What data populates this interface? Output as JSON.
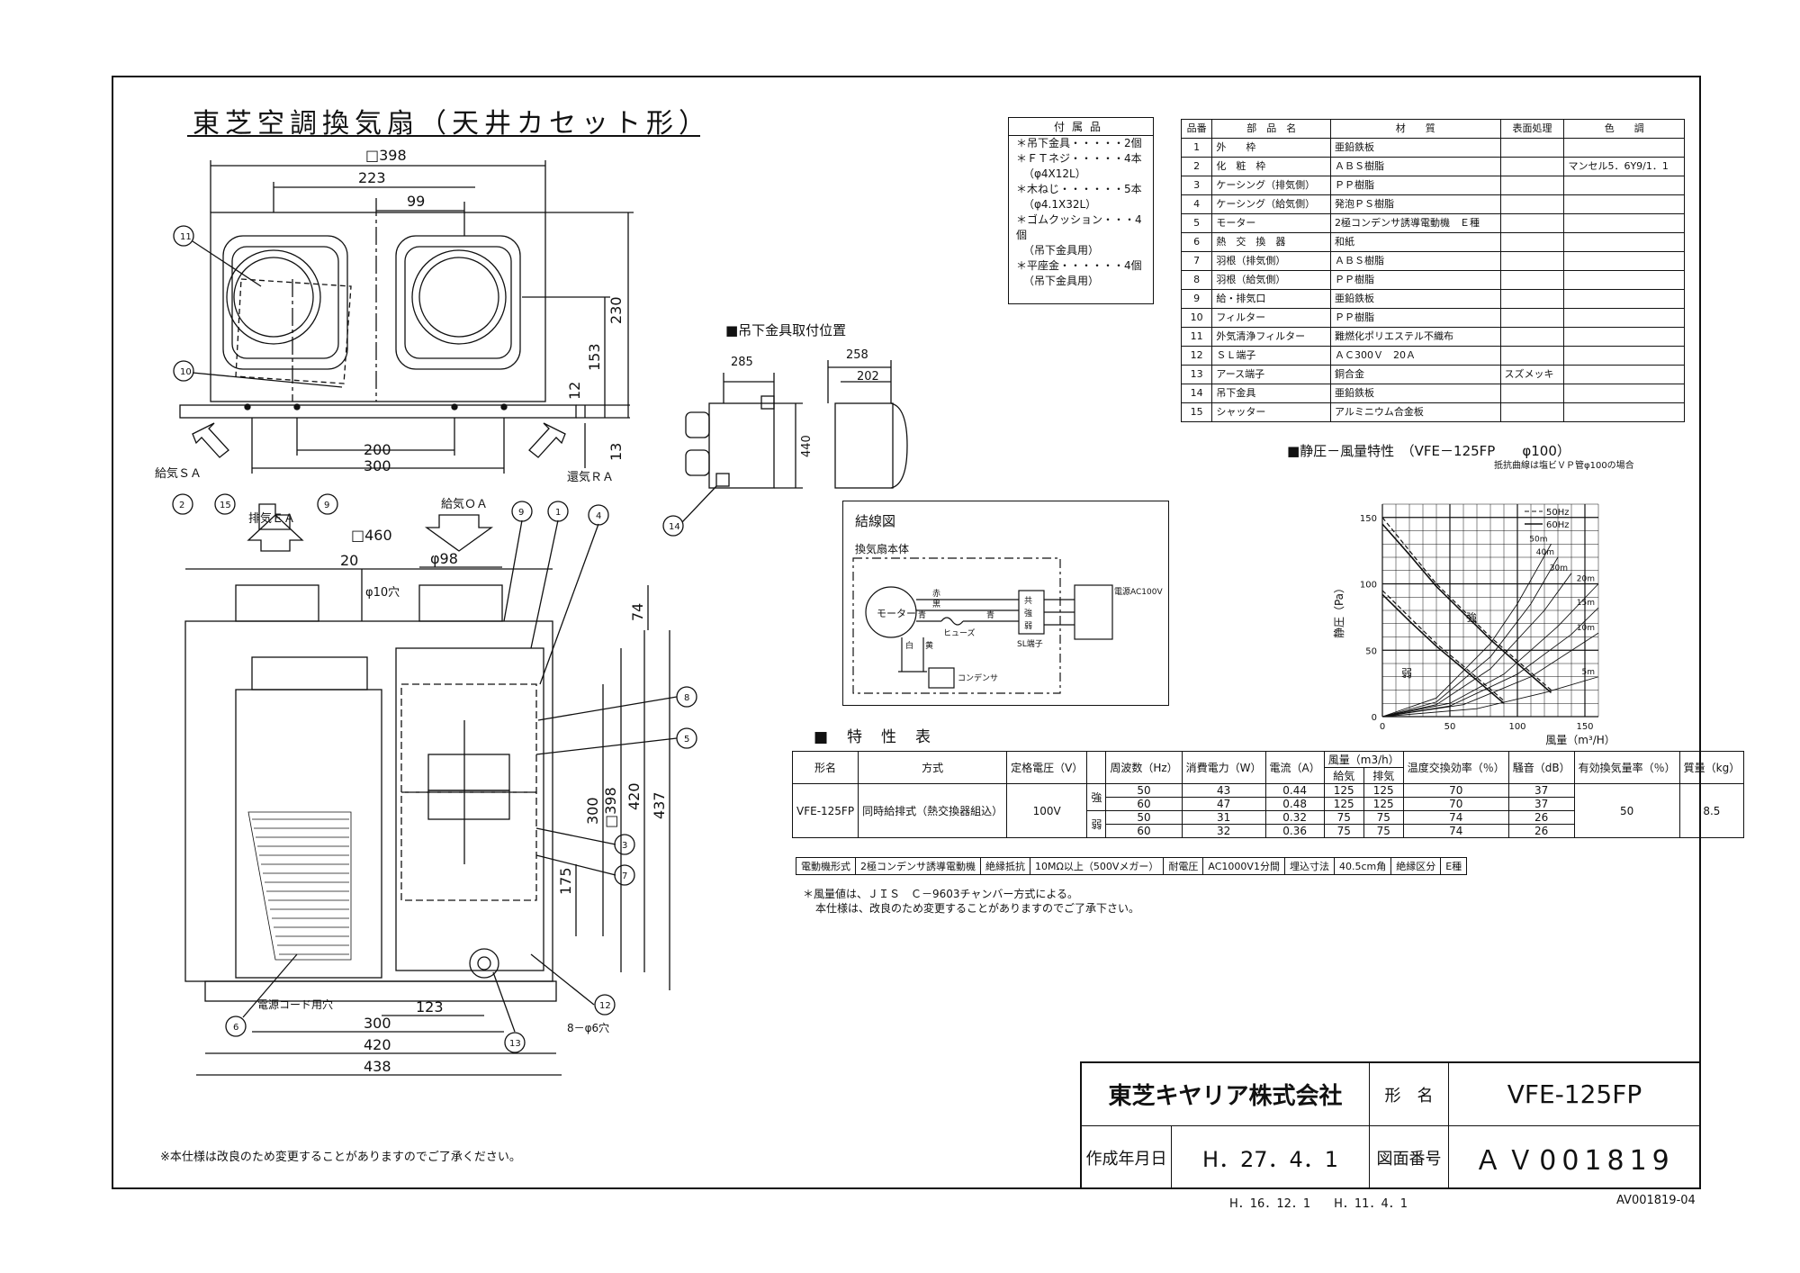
{
  "title": "東芝空調換気扇（天井カセット形）",
  "top_view": {
    "dims": {
      "d398": "□398",
      "d223": "223",
      "d99": "99",
      "d230": "230",
      "d153": "153",
      "d12": "12",
      "d13": "13",
      "d200": "200",
      "d300": "300"
    },
    "labels": {
      "supply": "給気ＳＡ",
      "return": "還気ＲＡ"
    },
    "callouts": [
      "11",
      "10"
    ]
  },
  "front_view": {
    "dims": {
      "d460": "□460",
      "d20": "20",
      "d98": "φ98",
      "d10": "φ10穴",
      "d74": "74",
      "d398": "□398",
      "d300": "300",
      "d420": "420",
      "d437": "437",
      "d175": "175",
      "d123": "123",
      "d300b": "300",
      "d420b": "420",
      "d438": "438"
    },
    "labels": {
      "exhaust": "排気ＥＡ",
      "outdoor": "給気ＯＡ",
      "cord_hole": "電源コード用穴",
      "hole8": "8－φ6穴"
    },
    "callouts": [
      "2",
      "15",
      "9",
      "9",
      "1",
      "4",
      "8",
      "5",
      "3",
      "7",
      "6",
      "12",
      "13"
    ]
  },
  "hanger": {
    "title": "■吊下金具取付位置",
    "dims": {
      "d285": "285",
      "d258": "258",
      "d202": "202",
      "d440": "440"
    },
    "callout": "14"
  },
  "wiring": {
    "title": "結線図",
    "body": "換気扇本体",
    "motor": "モーター",
    "wires": [
      "赤",
      "黒",
      "青",
      "白",
      "黄",
      "青"
    ],
    "fuse": "ヒューズ",
    "capacitor": "コンデンサ",
    "terminal": "SL端子",
    "switch_labels": [
      "共",
      "強",
      "弱"
    ],
    "power": "電源AC100V"
  },
  "accessories": {
    "header": "付属品",
    "rows": [
      "＊吊下金具・・・・・2個",
      "＊ＦＴネジ・・・・・4本",
      "（φ4X12L）",
      "＊木ねじ・・・・・・5本",
      "（φ4.1X32L）",
      "＊ゴムクッション・・・4個",
      "（吊下金具用）",
      "＊平座金・・・・・・4個",
      "（吊下金具用）"
    ]
  },
  "parts": {
    "headers": [
      "品番",
      "部　品　名",
      "材　　質",
      "表面処理",
      "色　　調"
    ],
    "rows": [
      [
        "1",
        "外　　枠",
        "亜鉛鉄板",
        "",
        ""
      ],
      [
        "2",
        "化　粧　枠",
        "ＡＢＳ樹脂",
        "",
        "マンセル5．6Y9/1．1"
      ],
      [
        "3",
        "ケーシング（排気側）",
        "ＰＰ樹脂",
        "",
        ""
      ],
      [
        "4",
        "ケーシング（給気側）",
        "発泡ＰＳ樹脂",
        "",
        ""
      ],
      [
        "5",
        "モーター",
        "2極コンデンサ誘導電動機　Ｅ種",
        "",
        ""
      ],
      [
        "6",
        "熱　交　換　器",
        "和紙",
        "",
        ""
      ],
      [
        "7",
        "羽根（排気側）",
        "ＡＢＳ樹脂",
        "",
        ""
      ],
      [
        "8",
        "羽根（給気側）",
        "ＰＰ樹脂",
        "",
        ""
      ],
      [
        "9",
        "給・排気口",
        "亜鉛鉄板",
        "",
        ""
      ],
      [
        "10",
        "フィルター",
        "ＰＰ樹脂",
        "",
        ""
      ],
      [
        "11",
        "外気清浄フィルター",
        "難燃化ポリエステル不織布",
        "",
        ""
      ],
      [
        "12",
        "ＳＬ端子",
        "ＡＣ300Ｖ　20Ａ",
        "",
        ""
      ],
      [
        "13",
        "アース端子",
        "銅合金",
        "スズメッキ",
        ""
      ],
      [
        "14",
        "吊下金具",
        "亜鉛鉄板",
        "",
        ""
      ],
      [
        "15",
        "シャッター",
        "アルミニウム合金板",
        "",
        ""
      ]
    ]
  },
  "chart_data": {
    "type": "line",
    "title": "■静圧－風量特性　（VFE－125FP　　φ100）",
    "subtitle": "抵抗曲線は塩ビＶＰ管φ100の場合",
    "ylabel": "静圧（Pa）",
    "xlabel": "風量（m³/H）",
    "xlim": [
      0,
      160
    ],
    "ylim": [
      0,
      160
    ],
    "xticks": [
      "0",
      "50",
      "100",
      "150"
    ],
    "yticks": [
      "0",
      "50",
      "100",
      "150"
    ],
    "legend": [
      "50Hz",
      "60Hz"
    ],
    "mode_labels": [
      "強",
      "弱"
    ],
    "series": [
      {
        "name": "50Hz",
        "curve": "強",
        "x": [
          0,
          20,
          40,
          60,
          80,
          100,
          125
        ],
        "y": [
          150,
          125,
          100,
          80,
          60,
          42,
          20
        ]
      },
      {
        "name": "60Hz",
        "curve": "強",
        "x": [
          0,
          20,
          40,
          60,
          80,
          100,
          125
        ],
        "y": [
          145,
          122,
          98,
          78,
          58,
          40,
          18
        ]
      },
      {
        "name": "50Hz",
        "curve": "弱",
        "x": [
          0,
          20,
          40,
          60,
          75,
          90
        ],
        "y": [
          95,
          75,
          55,
          38,
          25,
          12
        ]
      },
      {
        "name": "60Hz",
        "curve": "弱",
        "x": [
          0,
          20,
          40,
          60,
          75,
          90
        ],
        "y": [
          92,
          72,
          53,
          36,
          23,
          10
        ]
      }
    ],
    "resistance_curves": [
      {
        "label": "50m",
        "x": [
          0,
          40,
          80,
          100,
          125
        ],
        "y": [
          0,
          14,
          55,
          85,
          130
        ]
      },
      {
        "label": "40m",
        "x": [
          0,
          40,
          80,
          110,
          130
        ],
        "y": [
          0,
          11,
          45,
          85,
          120
        ]
      },
      {
        "label": "30m",
        "x": [
          0,
          40,
          80,
          120,
          140
        ],
        "y": [
          0,
          9,
          36,
          80,
          108
        ]
      },
      {
        "label": "20m",
        "x": [
          0,
          50,
          90,
          130,
          160
        ],
        "y": [
          0,
          10,
          32,
          68,
          100
        ]
      },
      {
        "label": "15m",
        "x": [
          0,
          50,
          100,
          140,
          160
        ],
        "y": [
          0,
          8,
          32,
          62,
          82
        ]
      },
      {
        "label": "10m",
        "x": [
          0,
          60,
          110,
          160
        ],
        "y": [
          0,
          9,
          30,
          63
        ]
      },
      {
        "label": "5m",
        "x": [
          0,
          70,
          120,
          160
        ],
        "y": [
          0,
          6,
          18,
          30
        ]
      }
    ]
  },
  "spec": {
    "title": "■　特　性　表",
    "headers": [
      "形名",
      "方式",
      "定格電圧（V）",
      "",
      "周波数（Hz）",
      "消費電力（W）",
      "電流（A）",
      "風量（m3/h）",
      "温度交換効率（％）",
      "騒音（dB）",
      "有効換気量率（％）",
      "質量（kg）"
    ],
    "airflow_sub": [
      "給気",
      "排気"
    ],
    "model": "VFE-125FP",
    "method": "同時給排式（熱交換器組込）",
    "voltage": "100V",
    "modes": [
      "強",
      "弱"
    ],
    "rows": [
      [
        "50",
        "43",
        "0.44",
        "125",
        "125",
        "70",
        "37"
      ],
      [
        "60",
        "47",
        "0.48",
        "125",
        "125",
        "70",
        "37"
      ],
      [
        "50",
        "31",
        "0.32",
        "75",
        "75",
        "74",
        "26"
      ],
      [
        "60",
        "32",
        "0.36",
        "75",
        "75",
        "74",
        "26"
      ]
    ],
    "effective_rate": "50",
    "mass": "8.5",
    "extra": [
      "電動機形式",
      "2極コンデンサ誘導電動機",
      "絶縁抵抗",
      "10MΩ以上（500Vメガー）",
      "耐電圧",
      "AC1000V1分間",
      "埋込寸法",
      "40.5cm角",
      "絶縁区分",
      "E種"
    ],
    "notes": [
      "＊風量値は、ＪＩＳ　Ｃ－9603チャンバー方式による。",
      "本仕様は、改良のため変更することがありますのでご了承下さい。"
    ]
  },
  "footer_note": "※本仕様は改良のため変更することがありますのでご了承ください。",
  "titleblock": {
    "company": "東芝キヤリア株式会社",
    "model_label": "形　名",
    "model": "VFE-125FP",
    "date_label": "作成年月日",
    "date": "H．27．4．1",
    "drawing_label": "図面番号",
    "drawing_no": "ＡＶ001819"
  },
  "revisions": "H．16．12．1　　H．11．4．1",
  "doc_code": "AV001819-04"
}
